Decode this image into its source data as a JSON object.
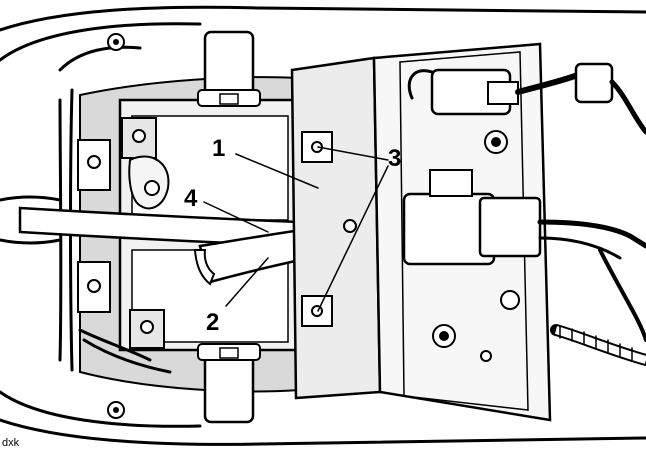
{
  "callouts": {
    "c1": "1",
    "c2": "2",
    "c3": "3",
    "c4": "4"
  },
  "figure_code": "dxk",
  "colors": {
    "ink": "#000000",
    "paper": "#ffffff",
    "shade": "#d9d9d9"
  }
}
